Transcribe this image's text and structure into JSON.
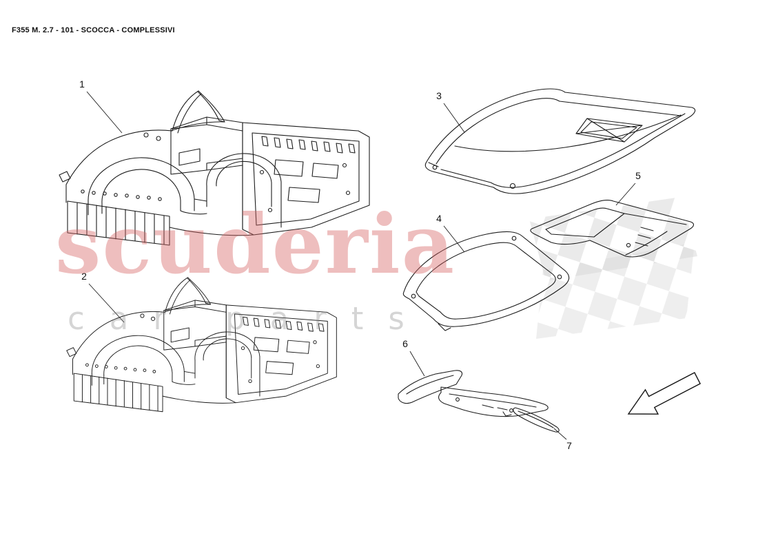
{
  "header": {
    "title": "F355 M. 2.7 - 101 - SCOCCA - COMPLESSIVI"
  },
  "watermark": {
    "primary": "scuderia",
    "secondary": "car parts"
  },
  "colors": {
    "watermark_red": "#d66464",
    "watermark_gray": "#9e9e9e",
    "flag_gray": "#d9d9d9",
    "line_color": "#1c1c1c",
    "background": "#ffffff"
  },
  "diagram": {
    "type": "exploded-parts-line-diagram",
    "part_callouts": [
      {
        "label": "1"
      },
      {
        "label": "2"
      },
      {
        "label": "3"
      },
      {
        "label": "4"
      },
      {
        "label": "5"
      },
      {
        "label": "6"
      },
      {
        "label": "7"
      }
    ],
    "direction_arrow": "down-left"
  }
}
